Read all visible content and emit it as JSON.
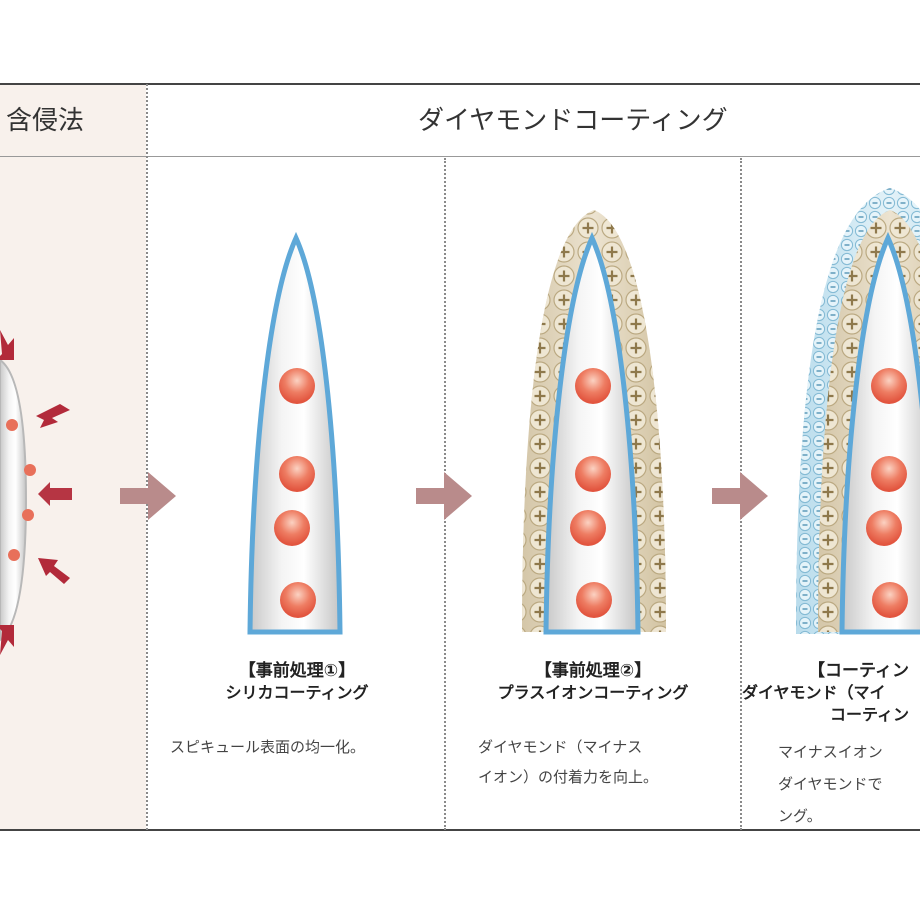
{
  "header": {
    "left_label": "含侵法",
    "right_label": "ダイヤモンドコーティング"
  },
  "icons": {
    "arrow": "right-arrow-icon",
    "positive_ion": "plus-ion-icon",
    "negative_ion": "minus-ion-icon"
  },
  "colors": {
    "arrow": "#b98b8b",
    "silica_coating": "#5ea8d8",
    "positive_ion_layer": "#d8cbb0",
    "negative_ion_layer": "#a9d4e8",
    "core_dot": "#e8705a",
    "left_panel": "#f8f1ec",
    "red_arrows": "#b22a3a"
  },
  "steps": [
    {
      "title": "【事前処理①】",
      "subtitle": "シリカコーティング",
      "description_lines": [
        "スピキュール表面の均一化。"
      ]
    },
    {
      "title": "【事前処理②】",
      "subtitle": "プラスイオンコーティング",
      "description_lines": [
        "ダイヤモンド（マイナス",
        "イオン）の付着力を向上。"
      ]
    },
    {
      "title": "【コーティン",
      "subtitle_lines": [
        "ダイヤモンド（マイ",
        "コーティン"
      ],
      "description_lines": [
        "マイナスイオン",
        "ダイヤモンドで",
        "ング。"
      ]
    }
  ]
}
